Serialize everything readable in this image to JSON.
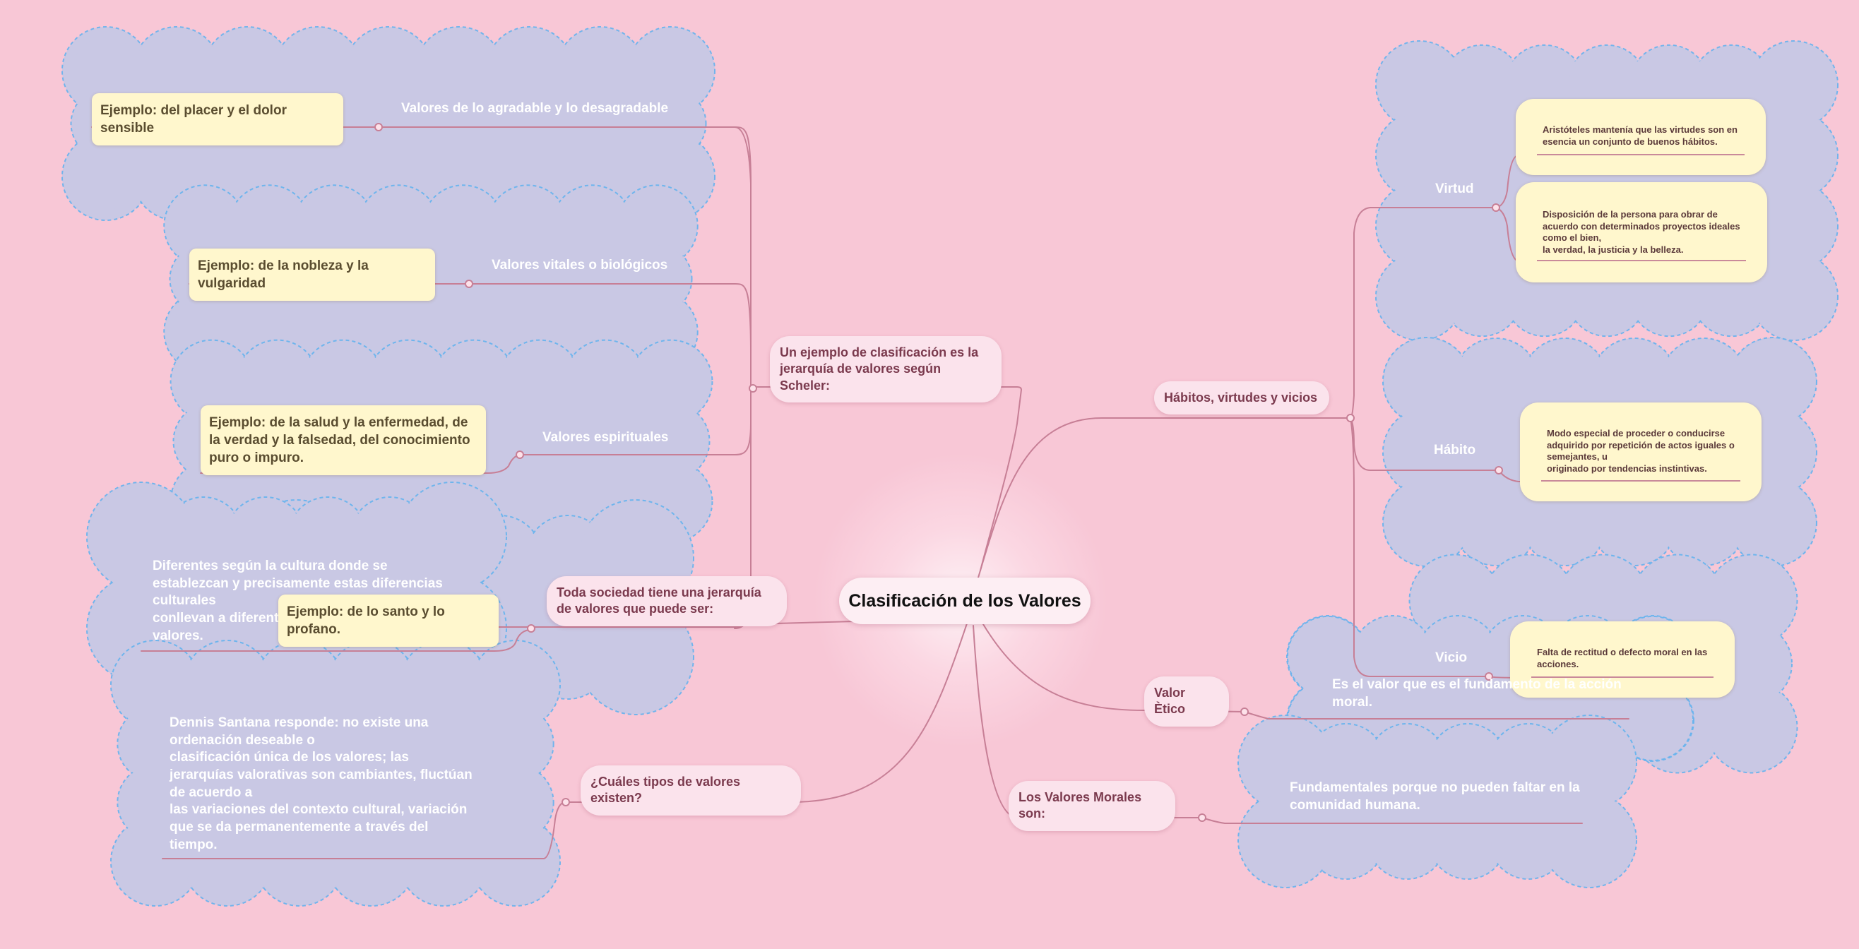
{
  "title": "Clasificación de los Valores",
  "colors": {
    "background": "#f8c7d6",
    "cloud_fill": "#c9c8e4",
    "cloud_border": "#6ab4ee",
    "line": "#c77f96",
    "topic_fill": "#fbe3ec",
    "note_fill": "#fff7cd"
  },
  "topics": {
    "scheler": "Un ejemplo de clasificación es la jerarquía de valores según Scheler:",
    "sociedad": "Toda sociedad tiene una jerarquía de valores que puede ser:",
    "tipos": "¿Cuáles tipos de valores existen?",
    "habitos": "Hábitos, virtudes y vicios",
    "etico": "Valor Ètico",
    "morales": "Los Valores Morales son:"
  },
  "scheler_values": [
    {
      "label": "Valores de lo agradable y lo desagradable",
      "example": "Ejemplo:  del placer y el dolor sensible"
    },
    {
      "label": "Valores vitales o biológicos",
      "example": "Ejemplo: de la nobleza y la vulgaridad"
    },
    {
      "label": "Valores espirituales",
      "example": "Ejemplo: de la salud y la enfermedad, de la verdad y la falsedad, del conocimiento puro o impuro."
    },
    {
      "label": "",
      "example": "Ejemplo: de lo santo y lo profano."
    }
  ],
  "sociedad_child": "Diferentes según la cultura donde se establezcan y precisamente estas diferencias culturales\nconllevan a diferentes jerarquías de los valores.",
  "tipos_child": "Dennis Santana responde: no existe una ordenación deseable o\nclasificación única de los valores; las jerarquías valorativas son cambiantes, fluctúan de acuerdo a\nlas variaciones del contexto cultural, variación que se da permanentemente a través del tiempo.",
  "habitos_children": {
    "virtud": {
      "label": "Virtud",
      "note1": "Aristóteles mantenía que las virtudes son en esencia un conjunto de buenos hábitos.",
      "note2": "Disposición de la persona para obrar de acuerdo con determinados proyectos ideales como el bien,\nla verdad, la justicia y la belleza."
    },
    "habito": {
      "label": "Hábito",
      "note": "Modo especial de proceder o conducirse adquirido por repetición de actos iguales o semejantes, u\noriginado por tendencias instintivas."
    },
    "vicio": {
      "label": "Vicio",
      "note": "Falta de rectitud o defecto moral en las acciones."
    }
  },
  "etico_child": "Es el valor que es el fundamento de la acción moral.",
  "morales_child": "Fundamentales porque no pueden faltar en la comunidad humana."
}
